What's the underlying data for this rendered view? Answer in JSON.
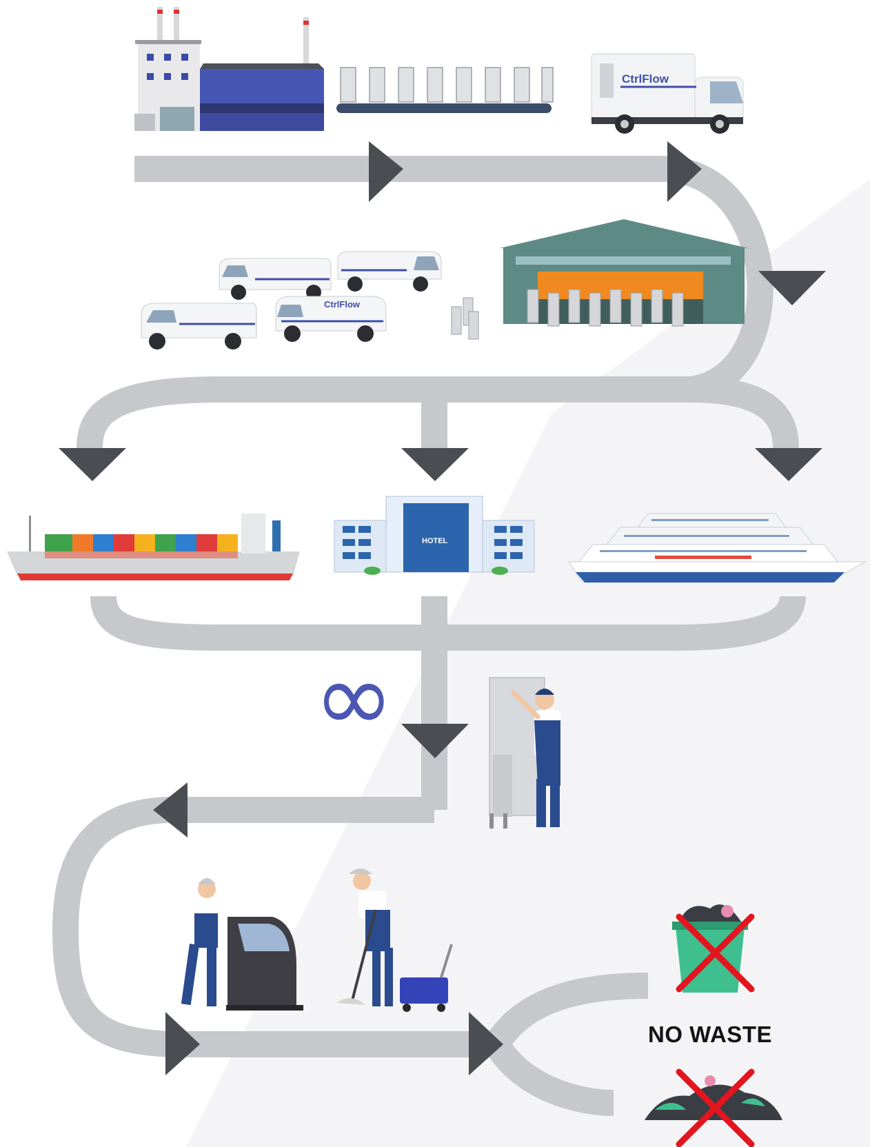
{
  "flow": {
    "stages": [
      "factory",
      "conveyor",
      "truck",
      "vans",
      "warehouse",
      "container-ship",
      "hotel",
      "cruise-ship",
      "repair-technician",
      "cleaning-workers",
      "waste-outcomes"
    ],
    "branding": {
      "brand_text": "CtrlFlow"
    },
    "hotel_sign": "HOTEL",
    "infinity_symbol": "∞",
    "outcome_label": "NO WASTE"
  },
  "colors": {
    "path": "#c6c8cb",
    "arrow": "#4a4d52",
    "brand_blue": "#3f4fa8",
    "cross_red": "#e3151f",
    "bin_green": "#3fbf8f",
    "warehouse_teal": "#5e8a86"
  }
}
